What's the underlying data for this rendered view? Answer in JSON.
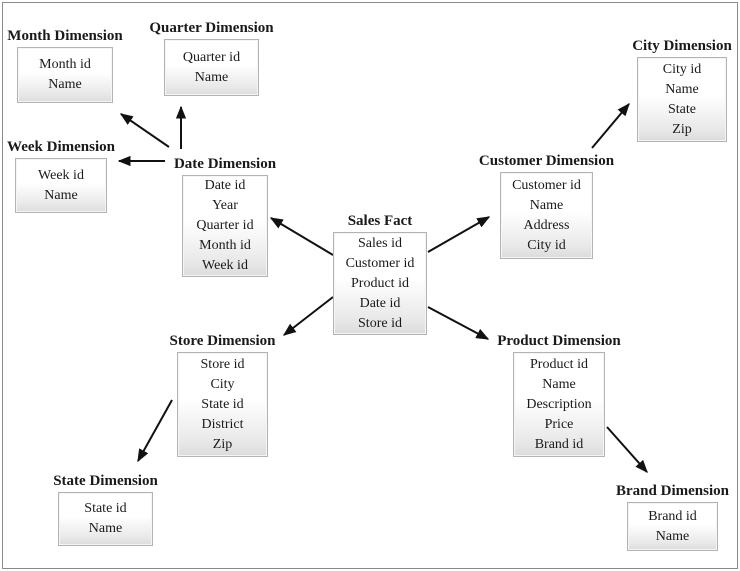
{
  "diagram": {
    "kind": "snowflake-schema",
    "colors": {
      "background": "#ffffff",
      "page_border": "#8a8a8a",
      "box_border": "#b3b3b3",
      "box_fill_top": "#ffffff",
      "box_fill_bottom": "#dcdcdc",
      "arrow": "#111111",
      "text": "#1a1a1a"
    },
    "entities": {
      "month": {
        "title": "Month Dimension",
        "fields": [
          "Month id",
          "Name"
        ]
      },
      "quarter": {
        "title": "Quarter Dimension",
        "fields": [
          "Quarter id",
          "Name"
        ]
      },
      "week": {
        "title": "Week Dimension",
        "fields": [
          "Week id",
          "Name"
        ]
      },
      "date": {
        "title": "Date Dimension",
        "fields": [
          "Date id",
          "Year",
          "Quarter id",
          "Month id",
          "Week id"
        ]
      },
      "sales": {
        "title": "Sales Fact",
        "fields": [
          "Sales id",
          "Customer id",
          "Product id",
          "Date id",
          "Store id"
        ]
      },
      "customer": {
        "title": "Customer Dimension",
        "fields": [
          "Customer id",
          "Name",
          "Address",
          "City id"
        ]
      },
      "city": {
        "title": "City Dimension",
        "fields": [
          "City id",
          "Name",
          "State",
          "Zip"
        ]
      },
      "store": {
        "title": "Store Dimension",
        "fields": [
          "Store id",
          "City",
          "State id",
          "District",
          "Zip"
        ]
      },
      "product": {
        "title": "Product Dimension",
        "fields": [
          "Product id",
          "Name",
          "Description",
          "Price",
          "Brand id"
        ]
      },
      "state": {
        "title": "State Dimension",
        "fields": [
          "State id",
          "Name"
        ]
      },
      "brand": {
        "title": "Brand Dimension",
        "fields": [
          "Brand id",
          "Name"
        ]
      }
    },
    "relationships": [
      {
        "from": "Date Dimension",
        "to": "Quarter Dimension"
      },
      {
        "from": "Date Dimension",
        "to": "Month Dimension"
      },
      {
        "from": "Date Dimension",
        "to": "Week Dimension"
      },
      {
        "from": "Sales Fact",
        "to": "Date Dimension"
      },
      {
        "from": "Sales Fact",
        "to": "Customer Dimension"
      },
      {
        "from": "Customer Dimension",
        "to": "City Dimension"
      },
      {
        "from": "Sales Fact",
        "to": "Store Dimension"
      },
      {
        "from": "Sales Fact",
        "to": "Product Dimension"
      },
      {
        "from": "Store Dimension",
        "to": "State Dimension"
      },
      {
        "from": "Product Dimension",
        "to": "Brand Dimension"
      }
    ]
  }
}
